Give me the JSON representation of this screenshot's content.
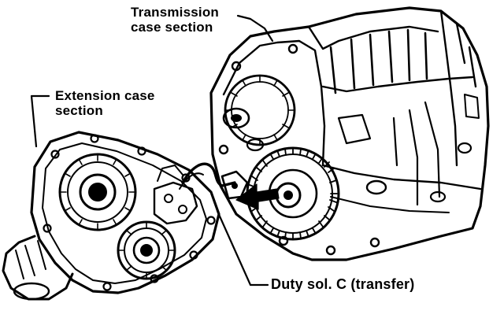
{
  "labels": {
    "transmission_line1": "Transmission",
    "transmission_line2": "case section",
    "extension_line1": "Extension case",
    "extension_line2": "section",
    "duty_solenoid": "Duty sol. C (transfer)"
  },
  "colors": {
    "ink": "#000000",
    "paper": "#ffffff"
  }
}
